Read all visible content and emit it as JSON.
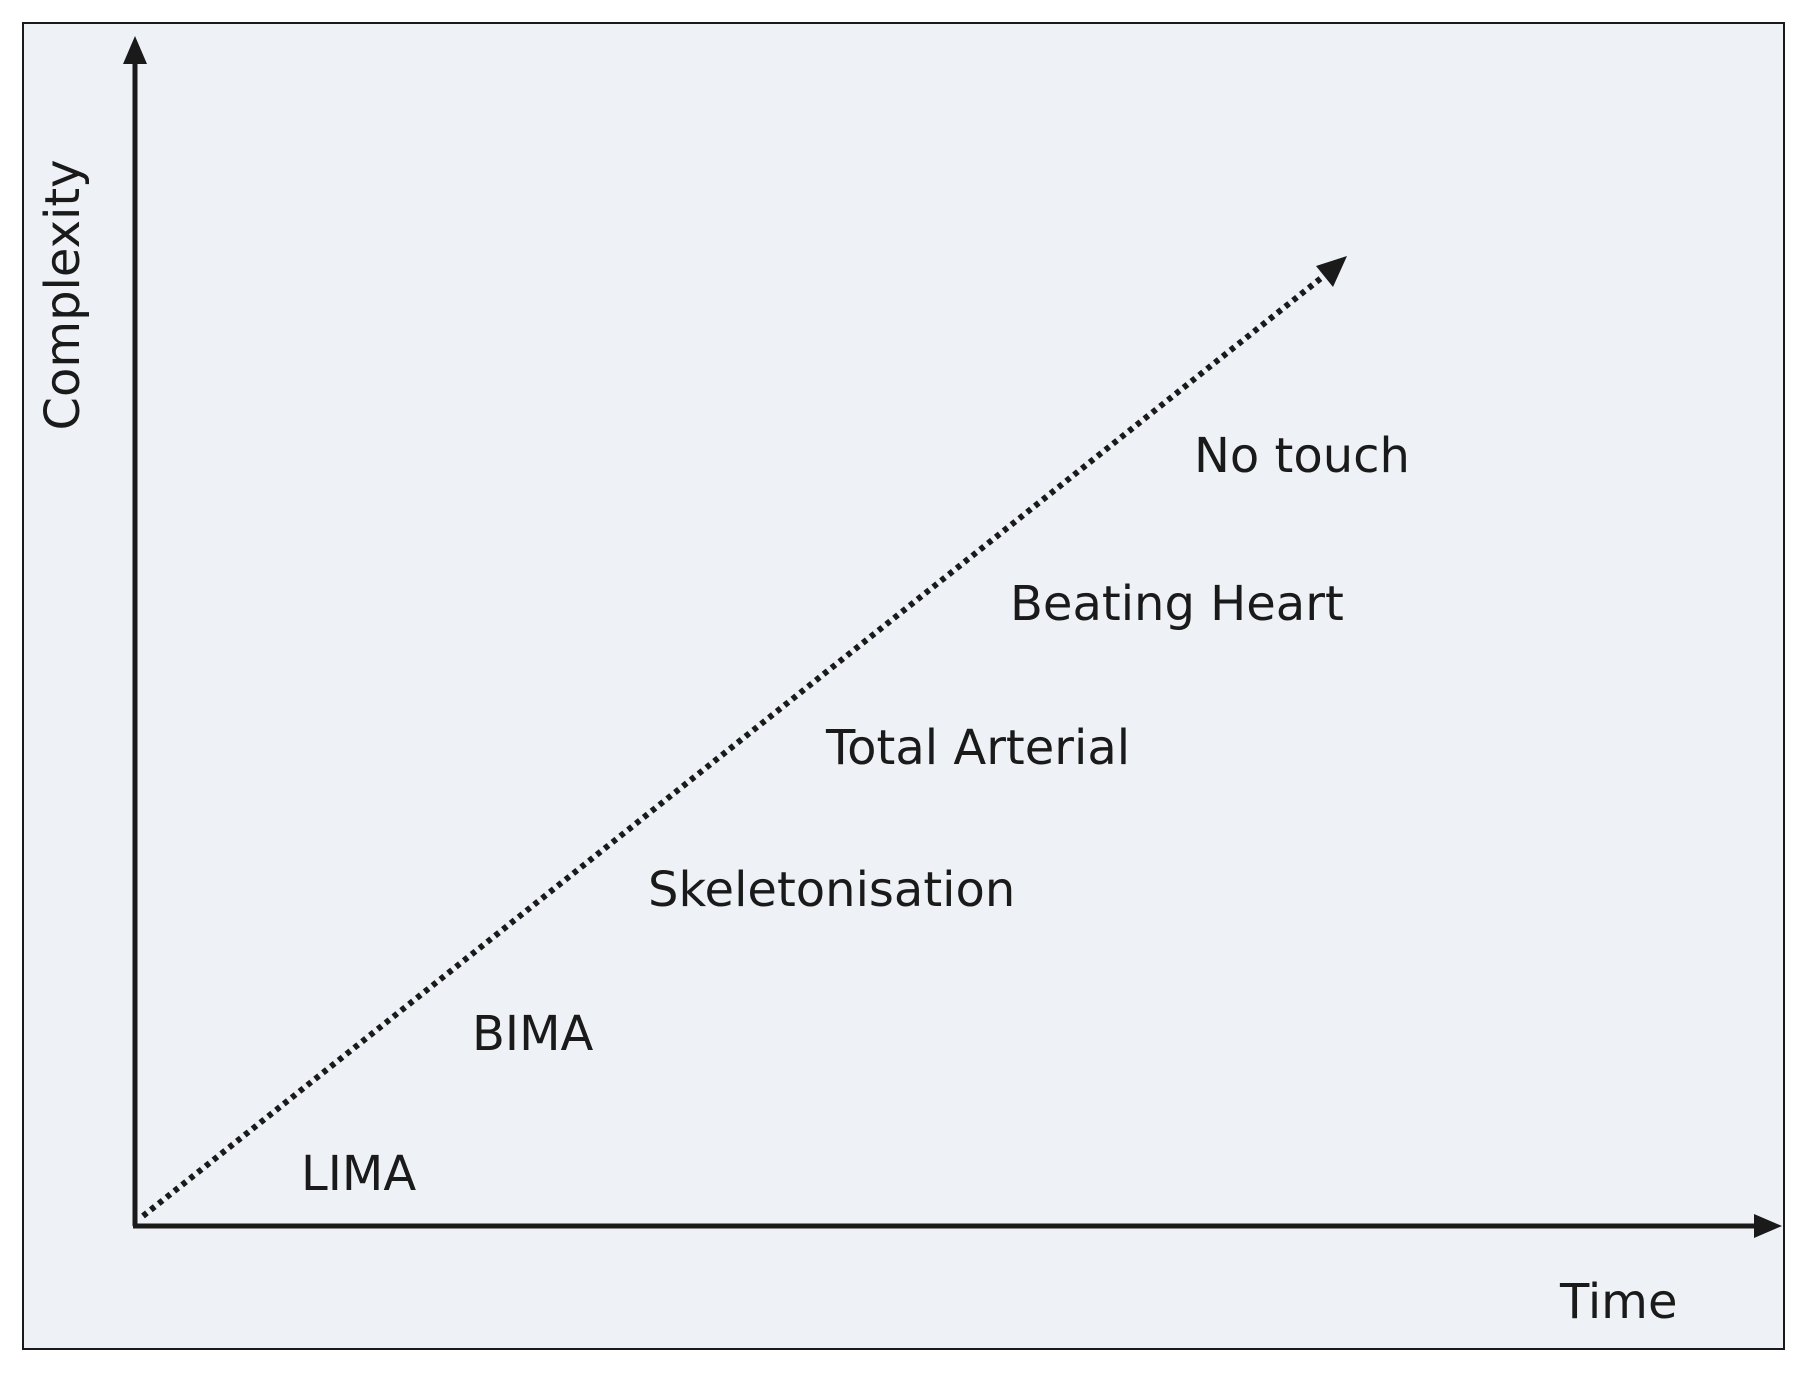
{
  "diagram": {
    "x_axis_label": "Time",
    "y_axis_label": "Complexity",
    "stages": [
      {
        "label": "LIMA"
      },
      {
        "label": "BIMA"
      },
      {
        "label": "Skeletonisation"
      },
      {
        "label": "Total Arterial"
      },
      {
        "label": "Beating Heart"
      },
      {
        "label": "No touch"
      }
    ],
    "colors": {
      "background": "#eef1f6",
      "ink": "#1a1a1a"
    }
  }
}
